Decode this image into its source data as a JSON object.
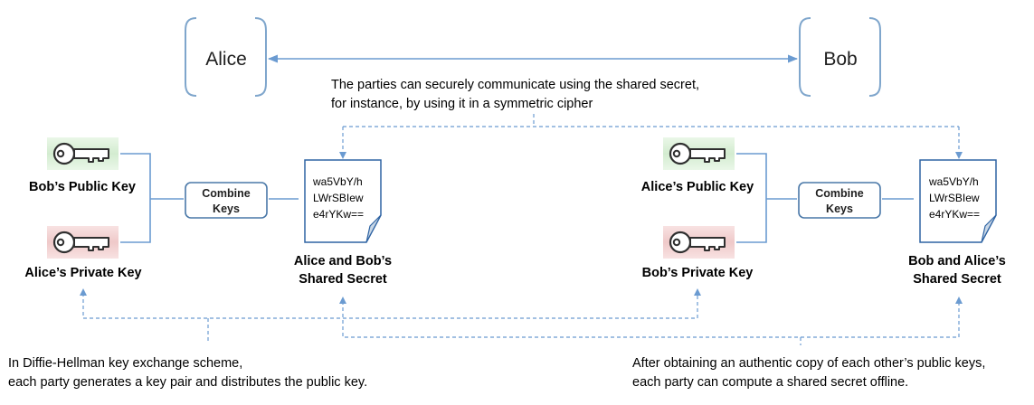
{
  "parties": {
    "alice": "Alice",
    "bob": "Bob"
  },
  "notes": {
    "top_line1": "The parties can securely communicate using the shared secret,",
    "top_line2": "for instance, by using it in a symmetric cipher",
    "left_line1": "In Diffie-Hellman key exchange scheme,",
    "left_line2": "each party generates a key pair and distributes the public key.",
    "right_line1": "After obtaining an authentic copy of each other’s public keys,",
    "right_line2": "each party can compute a shared secret offline."
  },
  "left": {
    "public_key_label": "Bob’s Public Key",
    "private_key_label": "Alice’s Private Key",
    "combine_line1": "Combine",
    "combine_line2": "Keys",
    "secret_lines": [
      "wa5VbY/h",
      "LWrSBIew",
      "e4rYKw=="
    ],
    "secret_label_line1": "Alice and Bob’s",
    "secret_label_line2": "Shared Secret"
  },
  "right": {
    "public_key_label": "Alice’s Public Key",
    "private_key_label": "Bob’s Private Key",
    "combine_line1": "Combine",
    "combine_line2": "Keys",
    "secret_lines": [
      "wa5VbY/h",
      "LWrSBIew",
      "e4rYKw=="
    ],
    "secret_label_line1": "Bob and Alice’s",
    "secret_label_line2": "Shared Secret"
  },
  "colors": {
    "public_key_bg": "#d9efd6",
    "private_key_bg": "#f2cfcf",
    "connector": "#6b9bd1",
    "bracket": "#7fa6cc"
  },
  "icons": {
    "public_key": "key-icon",
    "private_key": "key-icon",
    "secret": "document-icon"
  }
}
